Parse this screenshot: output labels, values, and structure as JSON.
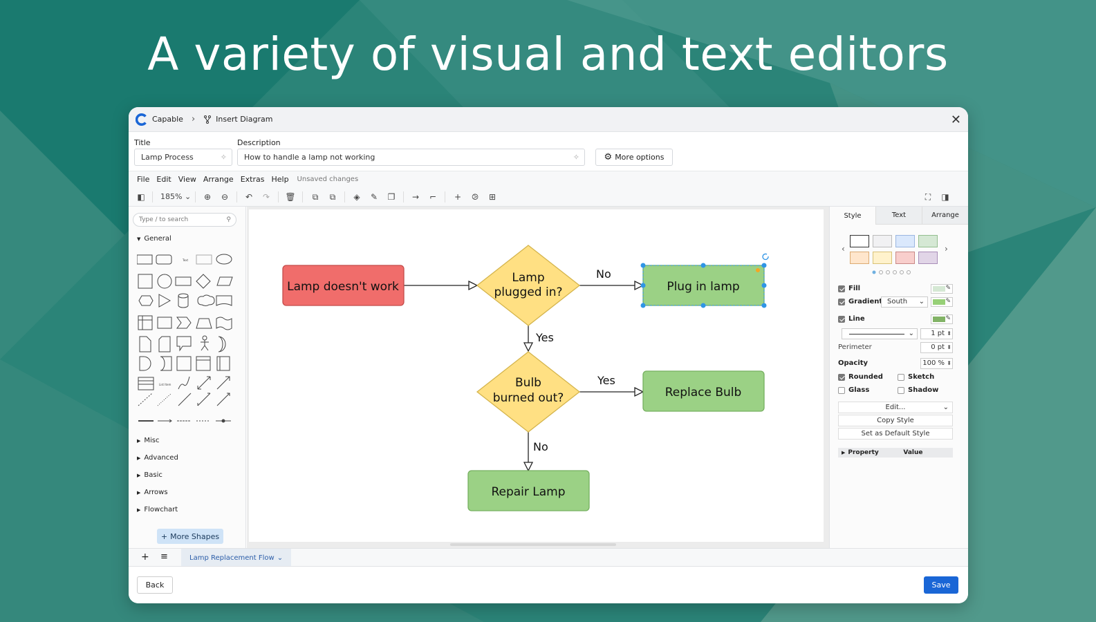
{
  "headline": "A variety of visual and text editors",
  "colors": {
    "accent": "#1a66d6",
    "background": "#1f8074",
    "node_red": "#f06d6b",
    "node_green": "#9bd185",
    "node_yellow": "#ffe083"
  },
  "breadcrumb": {
    "app": "Capable",
    "page": "Insert Diagram",
    "logo_icon": "capable-logo-icon",
    "page_icon": "diagram-icon"
  },
  "fields": {
    "title_label": "Title",
    "title_value": "Lamp Process",
    "desc_label": "Description",
    "desc_value": "How to handle a lamp not working",
    "more_options": "More options"
  },
  "menu": {
    "items": [
      "File",
      "Edit",
      "View",
      "Arrange",
      "Extras",
      "Help"
    ],
    "status": "Unsaved changes"
  },
  "toolbar": {
    "zoom": "185%"
  },
  "left_panel": {
    "search_placeholder": "Type / to search",
    "general": "General",
    "sections": [
      "Misc",
      "Advanced",
      "Basic",
      "Arrows",
      "Flowchart"
    ],
    "more_shapes": "More Shapes"
  },
  "diagram": {
    "nodes": {
      "start": "Lamp doesn't work",
      "q1a": "Lamp",
      "q1b": "plugged in?",
      "a1": "Plug in lamp",
      "q2a": "Bulb",
      "q2b": "burned out?",
      "a2": "Replace Bulb",
      "a3": "Repair Lamp"
    },
    "edges": {
      "e1": "No",
      "e2": "Yes",
      "e3": "Yes",
      "e4": "No"
    }
  },
  "right_panel": {
    "tabs": [
      "Style",
      "Text",
      "Arrange"
    ],
    "fill": "Fill",
    "gradient": "Gradient",
    "gradient_dir": "South",
    "line": "Line",
    "line_width": "1 pt",
    "perimeter": "Perimeter",
    "perimeter_val": "0 pt",
    "opacity": "Opacity",
    "opacity_val": "100 %",
    "rounded": "Rounded",
    "sketch": "Sketch",
    "glass": "Glass",
    "shadow": "Shadow",
    "edit": "Edit...",
    "copy_style": "Copy Style",
    "set_default": "Set as Default Style",
    "property": "Property",
    "value": "Value"
  },
  "bottom": {
    "page_tab": "Lamp Replacement Flow"
  },
  "footer": {
    "back": "Back",
    "save": "Save"
  }
}
